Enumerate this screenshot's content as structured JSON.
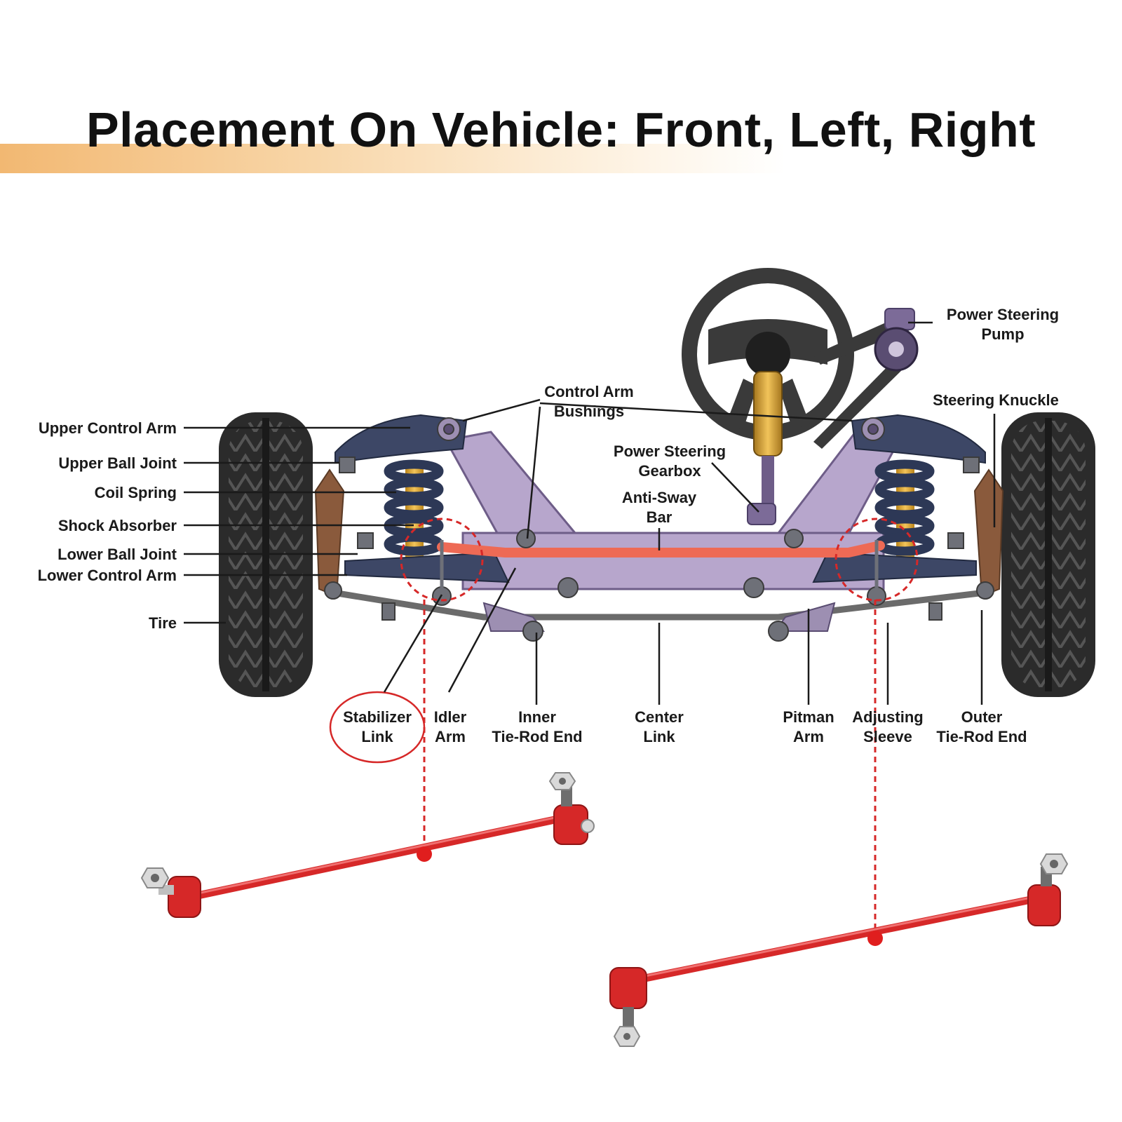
{
  "title": "Placement On Vehicle: Front, Left, Right",
  "labels": {
    "upper_control_arm": "Upper Control Arm",
    "upper_ball_joint": "Upper Ball Joint",
    "coil_spring": "Coil Spring",
    "shock_absorber": "Shock Absorber",
    "lower_ball_joint": "Lower Ball Joint",
    "lower_control_arm": "Lower Control Arm",
    "tire": "Tire",
    "control_arm_bushings": [
      "Control Arm",
      "Bushings"
    ],
    "power_steering_gearbox": [
      "Power Steering",
      "Gearbox"
    ],
    "anti_sway_bar": [
      "Anti-Sway",
      "Bar"
    ],
    "power_steering_pump": [
      "Power Steering",
      "Pump"
    ],
    "steering_knuckle": "Steering Knuckle",
    "stabilizer_link": [
      "Stabilizer",
      "Link"
    ],
    "idler_arm": [
      "Idler",
      "Arm"
    ],
    "inner_tie_rod_end": [
      "Inner",
      "Tie-Rod End"
    ],
    "center_link": [
      "Center",
      "Link"
    ],
    "pitman_arm": [
      "Pitman",
      "Arm"
    ],
    "adjusting_sleeve": [
      "Adjusting",
      "Sleeve"
    ],
    "outer_tie_rod_end": [
      "Outer",
      "Tie-Rod End"
    ]
  },
  "colors": {
    "highlight_red": "#d62828",
    "frame_purple": "#b7a6cc",
    "arm_navy": "#3d4766",
    "spring_navy": "#2d3856",
    "shock_yellow": "#e8b33c",
    "sway_bar": "#ee6a55",
    "knuckle_brown": "#8a5a3c",
    "tire_dark": "#2b2b2b",
    "title_band": "#f2b872"
  },
  "icons": [
    "steering-wheel-icon",
    "stabilizer-link-product-icon"
  ]
}
